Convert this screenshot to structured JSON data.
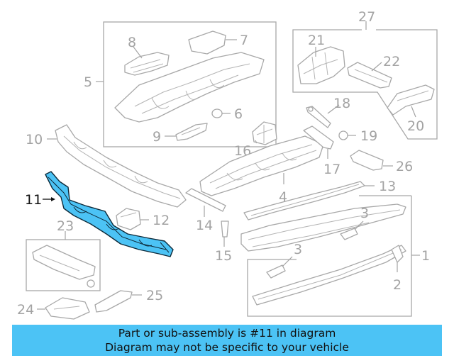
{
  "callouts": {
    "c1": "1",
    "c2": "2",
    "c3a": "3",
    "c3b": "3",
    "c4": "4",
    "c5": "5",
    "c6": "6",
    "c7": "7",
    "c8": "8",
    "c9": "9",
    "c10": "10",
    "c11": "11",
    "c12": "12",
    "c13": "13",
    "c14": "14",
    "c15": "15",
    "c16": "16",
    "c17": "17",
    "c18": "18",
    "c19": "19",
    "c20": "20",
    "c21": "21",
    "c22": "22",
    "c23": "23",
    "c24": "24",
    "c25": "25",
    "c26": "26",
    "c27": "27"
  },
  "highlighted_part": "11",
  "colors": {
    "highlight": "#4cc3f5",
    "line": "#a8a8a8",
    "label": "#a3a3a3"
  },
  "footer": {
    "line1": "Part or sub-assembly is #11 in diagram",
    "line2": "Diagram may not be specific to your vehicle"
  }
}
